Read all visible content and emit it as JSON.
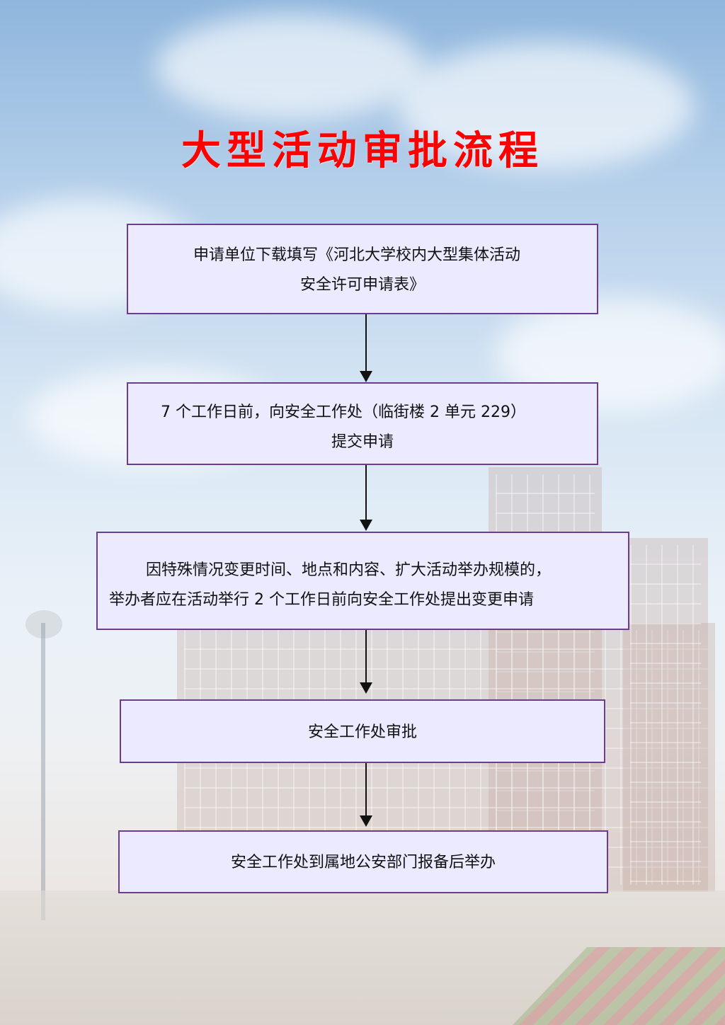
{
  "title": "大型活动审批流程",
  "steps": [
    {
      "lines": [
        "申请单位下载填写《河北大学校内大型集体活动",
        "安全许可申请表》"
      ]
    },
    {
      "lines": [
        "7 个工作日前，向安全工作处（临街楼 2 单元 229）",
        "提交申请"
      ]
    },
    {
      "lines": [
        "因特殊情况变更时间、地点和内容、扩大活动举办规模的，",
        "举办者应在活动举行 2 个工作日前向安全工作处提出变更申请"
      ]
    },
    {
      "lines": [
        "安全工作处审批"
      ]
    },
    {
      "lines": [
        "安全工作处到属地公安部门报备后举办"
      ]
    }
  ],
  "colors": {
    "title": "#ff0000",
    "box_fill": "#eceaff",
    "box_border": "#6a3d8f",
    "arrow": "#111111"
  }
}
